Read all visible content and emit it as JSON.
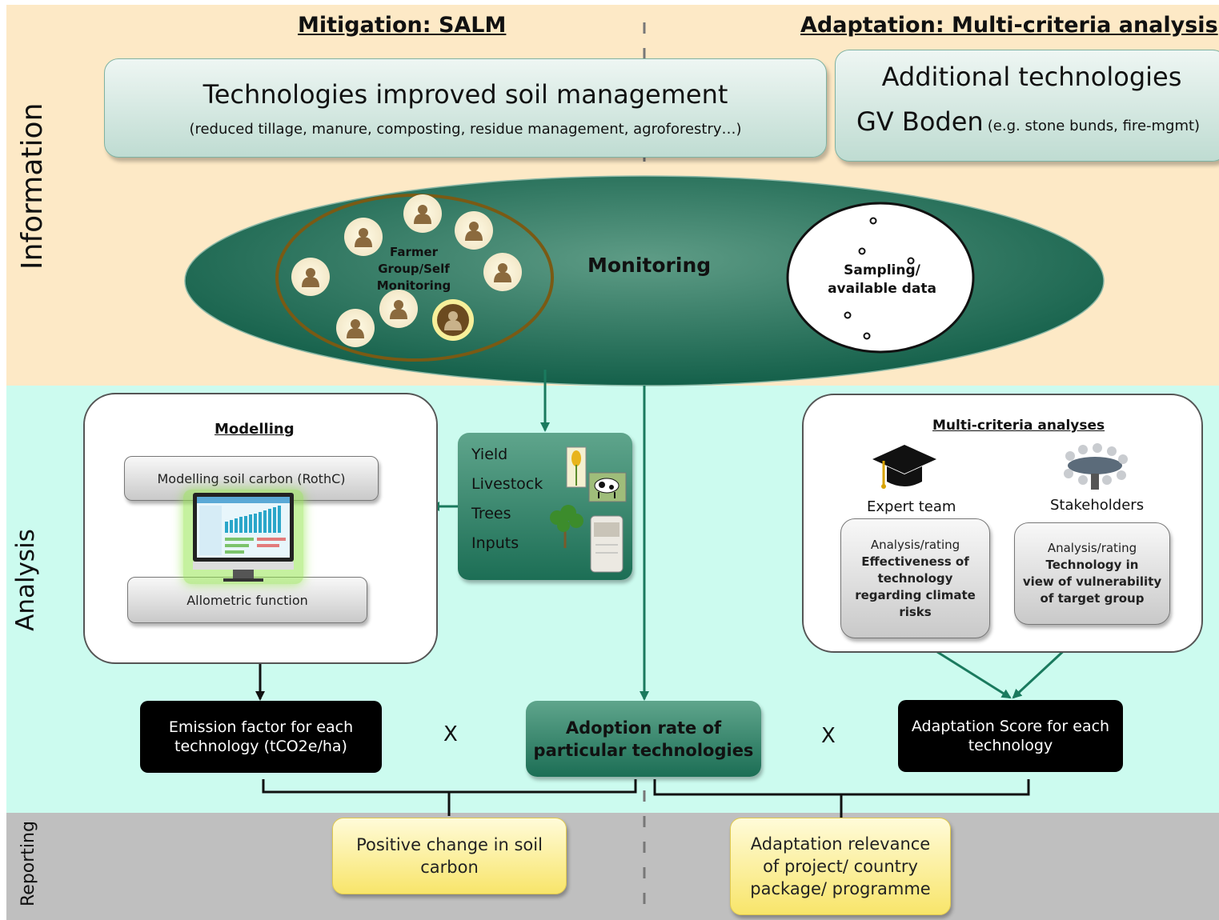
{
  "bands": {
    "information": "Information",
    "analysis": "Analysis",
    "reporting": "Reporting"
  },
  "headings": {
    "mitigation": "Mitigation: SALM",
    "adaptation": "Adaptation: Multi-criteria analysis"
  },
  "tech_box": {
    "title": "Technologies improved soil management",
    "subtitle": "(reduced tillage, manure, composting, residue management, agroforestry…)"
  },
  "additional_box": {
    "title": "Additional technologies",
    "gv": "GV Boden",
    "example": "(e.g. stone bunds, fire-mgmt)"
  },
  "monitoring": {
    "label": "Monitoring",
    "farmer_group": [
      "Farmer",
      "Group/Self",
      "Monitoring"
    ],
    "sampling": [
      "Sampling/",
      "available data"
    ]
  },
  "modelling": {
    "title": "Modelling",
    "soil_carbon": "Modelling soil carbon (RothC)",
    "allometric": "Allometric function"
  },
  "inputs_box": {
    "items": [
      "Yield",
      "Livestock",
      "Trees",
      "Inputs"
    ]
  },
  "mca": {
    "title": "Multi-criteria analyses",
    "expert_team": "Expert team",
    "stakeholders": "Stakeholders",
    "rating1": [
      "Analysis/rating",
      "Effectiveness of",
      "technology",
      "regarding climate",
      "risks"
    ],
    "rating2": [
      "Analysis/rating",
      "Technology in",
      "view of vulnerability",
      "of target group"
    ]
  },
  "results": {
    "emission_factor": [
      "Emission factor for each",
      "technology (tCO2e/ha)"
    ],
    "adoption_rate": [
      "Adoption rate of",
      "particular technologies"
    ],
    "adaptation_score": [
      "Adaptation Score for each",
      "technology"
    ],
    "multiply": "X"
  },
  "reporting": {
    "soil_carbon": [
      "Positive change in soil",
      "carbon"
    ],
    "relevance": [
      "Adaptation relevance",
      "of project/ country",
      "package/ programme"
    ]
  },
  "colors": {
    "info_band": "#fde9c6",
    "analysis_band": "#ccfbef",
    "report_band": "#bfbfbf",
    "arrow_green": "#1a7a5e"
  }
}
